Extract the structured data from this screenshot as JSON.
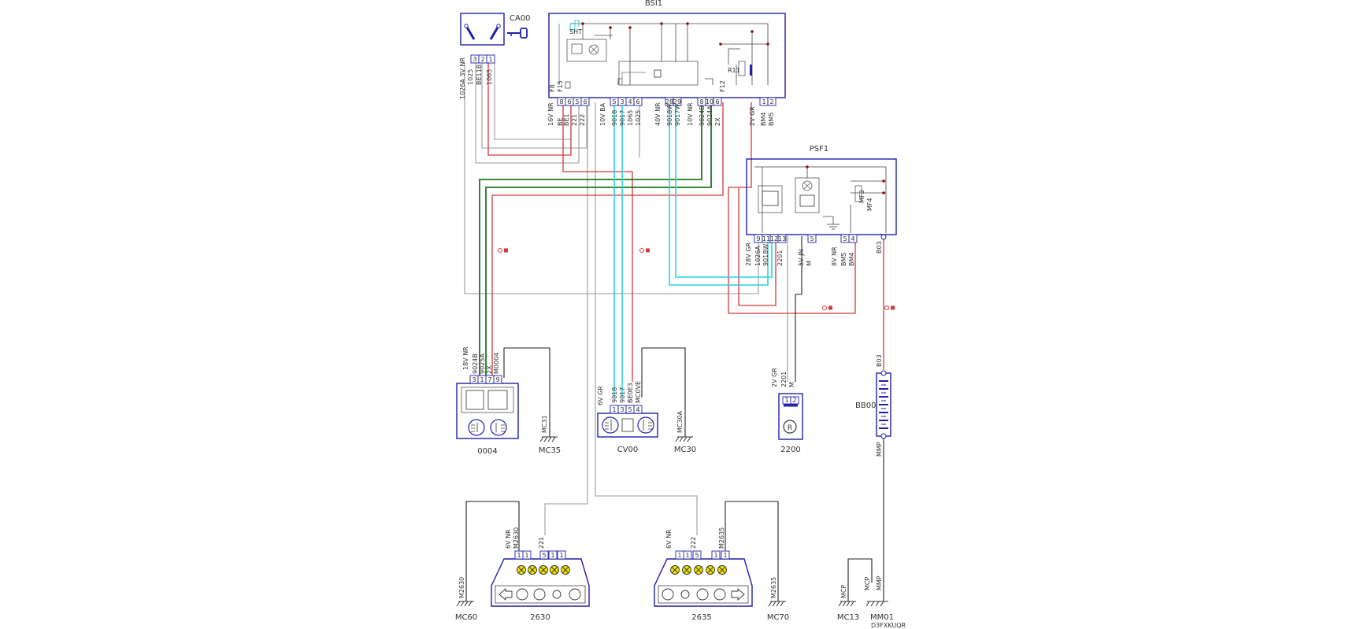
{
  "components": {
    "bsi1": {
      "name": "BSI1"
    },
    "ca00": {
      "name": "CA00"
    },
    "psf1": {
      "name": "PSF1"
    },
    "c0004": {
      "name": "0004"
    },
    "cv00": {
      "name": "CV00"
    },
    "c2200": {
      "name": "2200"
    },
    "bb00": {
      "name": "BB00"
    },
    "c2630": {
      "name": "2630"
    },
    "c2635": {
      "name": "2635"
    }
  },
  "internal_labels": {
    "sht": "SHT",
    "f8": "F8",
    "f15": "F15",
    "f12": "F12",
    "r11": "R11",
    "mf3": "MF3",
    "mf4": "MF4"
  },
  "connectors": {
    "ca00_conn": "1026A  3V  NR",
    "bsi_conn_a": "16V  NR",
    "bsi_conn_b": "10V  BA",
    "bsi_conn_c": "40V  NR",
    "bsi_conn_d": "10V  NR",
    "bsi_conn_e": "2V  GR",
    "psf1_conn_a": "28V  GR",
    "psf1_conn_b": "5V  JN",
    "psf1_conn_c": "8V  NR",
    "c0004_conn": "18V  NR",
    "cv00_conn": "6V  GR",
    "c2200_conn": "2V  GR",
    "c2630_conn": "6V  NR",
    "c2635_conn": "6V  NR"
  },
  "pins": {
    "ca00": [
      "3",
      "2",
      "1"
    ],
    "bsi_a": [
      "8",
      "6",
      "5",
      "6"
    ],
    "bsi_b": [
      "5",
      "3",
      "4",
      "6"
    ],
    "bsi_c": [
      "28",
      "29"
    ],
    "bsi_d": [
      "8",
      "10",
      "6"
    ],
    "bsi_e": [
      "1",
      "2"
    ],
    "psf1_a": [
      "9",
      "11",
      "12",
      "13"
    ],
    "psf1_b": [
      "5"
    ],
    "psf1_c": [
      "5",
      "4"
    ],
    "c0004": [
      "3",
      "1",
      "7",
      "9"
    ],
    "cv00": [
      "1",
      "3",
      "5",
      "4"
    ],
    "c2200": [
      "1",
      "2"
    ],
    "c2630": [
      "1",
      "1",
      "5",
      "1",
      "1"
    ],
    "c2635": [
      "1",
      "1",
      "5",
      "1",
      "1"
    ]
  },
  "wires": {
    "w1025": "1025",
    "wbe11b": "BE11B",
    "w1065a": "1065",
    "wbe": "BE",
    "wbe1": "BE1",
    "w221": "221",
    "w222": "222",
    "w9018": "9018",
    "w9017": "9017",
    "w1065b": "1065",
    "w1025b": "1025",
    "w9018w": "9018W",
    "w9017w": "9017W",
    "w9024b": "9024B",
    "w9024a": "9024A",
    "w2x": "2X",
    "wbm4": "BM4",
    "wbm5": "BM5",
    "w1026a": "1026A",
    "w9018w2": "9018W",
    "w2201": "2201",
    "wm1": "M",
    "wbm5b": "BM5",
    "wbm4b": "BM4",
    "wb03": "B03",
    "w9024b2": "9024B",
    "w9025a": "9025A",
    "w2x2": "2X",
    "wm0004": "M0004",
    "wmc31": "MC31",
    "w9018b": "9018",
    "w9017b": "9017",
    "wbe0e3": "BE0E3",
    "wmc0ve": "MC0VE",
    "wmc30a": "MC30A",
    "w2201b": "2201",
    "wm2": "M",
    "wb03b": "B03",
    "wmmp": "MMP",
    "wm2630": "M2630",
    "w221b": "221",
    "wm2630g": "M2630",
    "w222b": "222",
    "wm2635": "M2635",
    "wm2635g": "M2635",
    "wmcp1": "MCP",
    "wmcp2": "MCP",
    "wmmp2": "MMP"
  },
  "grounds": {
    "mc35": "MC35",
    "mc30": "MC30",
    "mc60": "MC60",
    "mc70": "MC70",
    "mc13": "MC13",
    "mm01": "MM01"
  },
  "diagram_code": "D3FXKUQR",
  "colors": {
    "component": "#1f1fa8",
    "red": "#d23a3a",
    "green": "#1d7a1d",
    "cyan": "#29d3e6",
    "gray": "#9a9a9a",
    "black": "#222222",
    "lamp": "#f2e600"
  }
}
